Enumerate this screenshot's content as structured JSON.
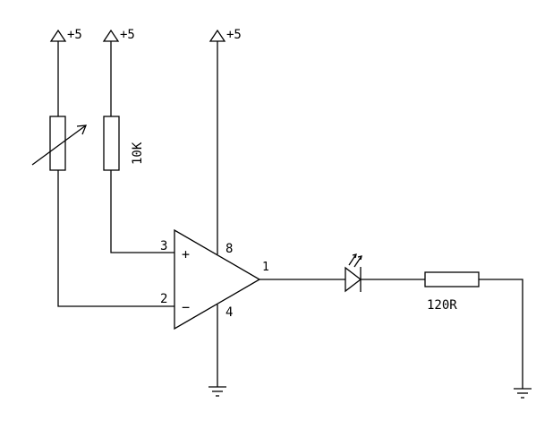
{
  "supplies": {
    "left": "+5",
    "middle": "+5",
    "right": "+5"
  },
  "components": {
    "fixed_resistor_label": "10K",
    "load_resistor_label": "120R"
  },
  "opamp": {
    "pin_noninverting": "3",
    "pin_inverting": "2",
    "pin_output": "1",
    "pin_vplus": "8",
    "pin_vminus": "4",
    "plus_sign": "+",
    "minus_sign": "−"
  }
}
